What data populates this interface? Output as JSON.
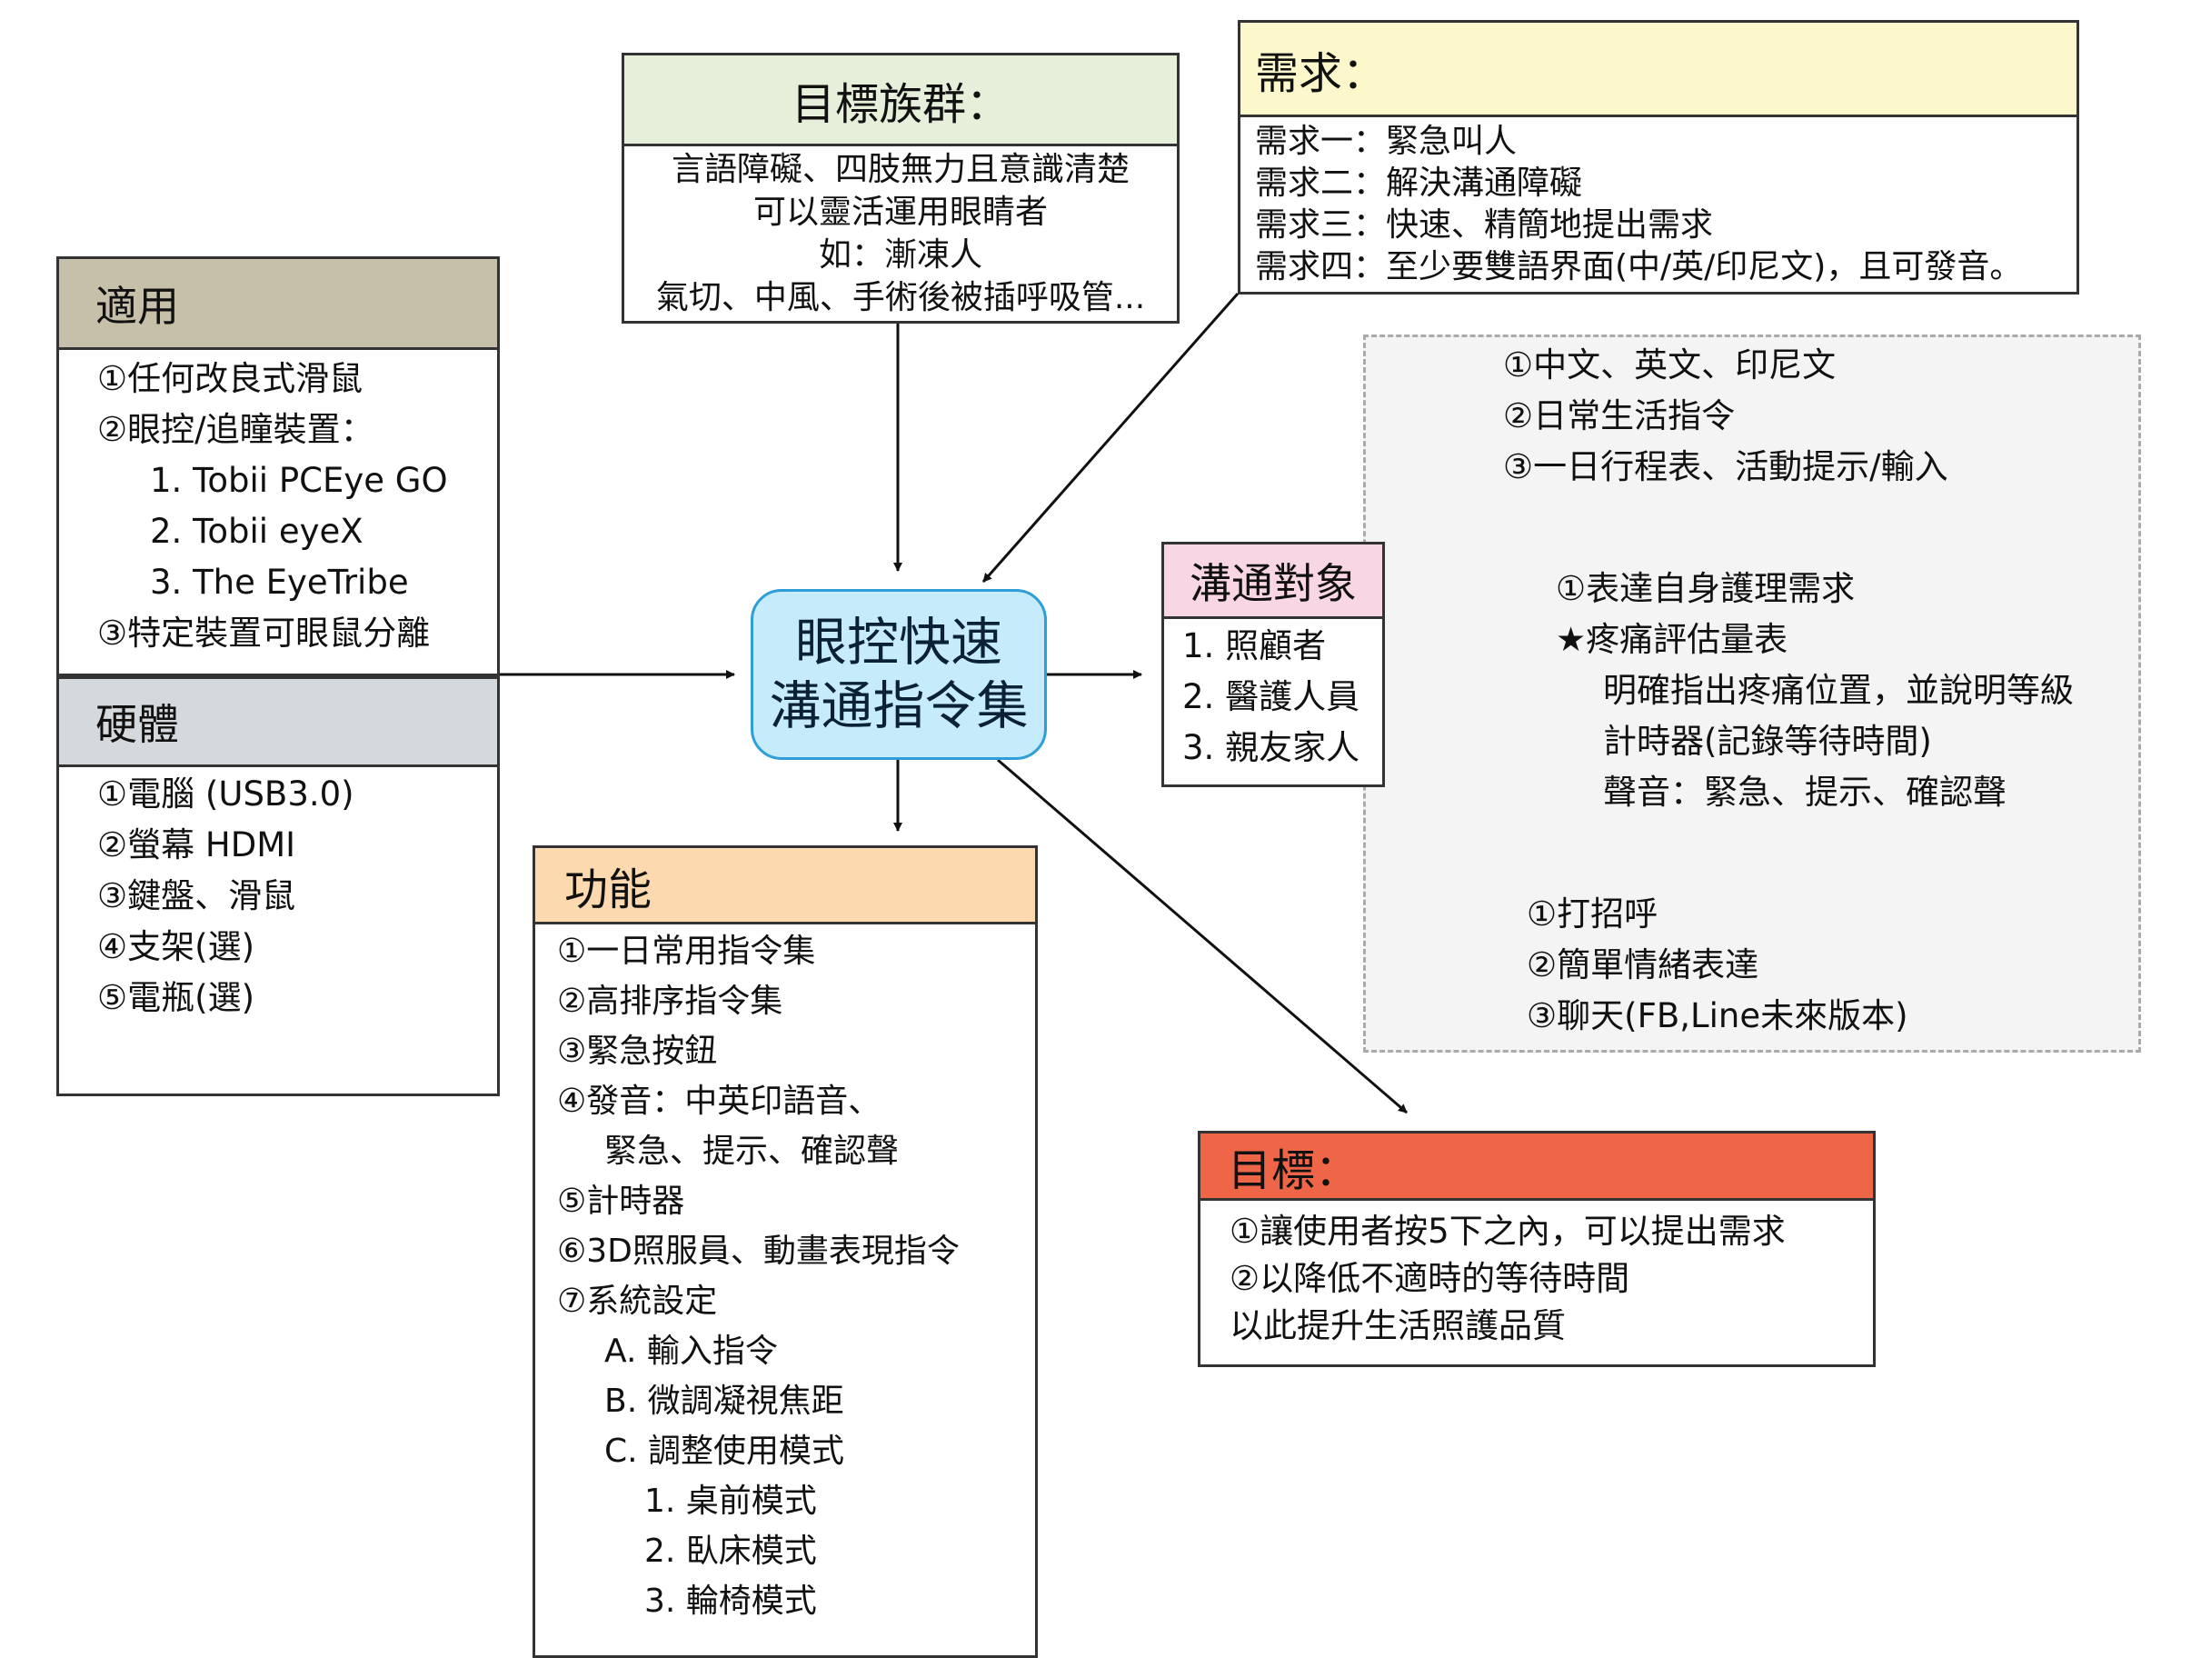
{
  "center": {
    "line1": "眼控快速",
    "line2": "溝通指令集"
  },
  "applicable": {
    "title": "適用",
    "items": [
      "①任何改良式滑鼠",
      "②眼控/追瞳裝置：",
      "1. Tobii PCEye GO",
      "2. Tobii eyeX",
      "3. The EyeTribe",
      "③特定裝置可眼鼠分離"
    ]
  },
  "hardware": {
    "title": "硬體",
    "items": [
      "①電腦 (USB3.0)",
      "②螢幕 HDMI",
      "③鍵盤、滑鼠",
      "④支架(選)",
      "⑤電瓶(選)"
    ]
  },
  "target_group": {
    "title": "目標族群：",
    "items": [
      "言語障礙、四肢無力且意識清楚",
      "可以靈活運用眼睛者",
      "如：漸凍人",
      "氣切、中風、手術後被插呼吸管..."
    ]
  },
  "needs": {
    "title": "需求：",
    "items": [
      "需求一：緊急叫人",
      "需求二：解決溝通障礙",
      "需求三：快速、精簡地提出需求",
      "需求四：至少要雙語界面(中/英/印尼文)，且可發音。"
    ]
  },
  "audience": {
    "title": "溝通對象",
    "items": [
      "1. 照顧者",
      "2. 醫護人員",
      "3. 親友家人"
    ]
  },
  "caregiver_branch": [
    "①中文、英文、印尼文",
    "②日常生活指令",
    "③一日行程表、活動提示/輸入"
  ],
  "medical_branch": [
    "①表達自身護理需求",
    "★疼痛評估量表",
    "明確指出疼痛位置，並說明等級",
    "計時器(記錄等待時間)",
    "聲音：緊急、提示、確認聲"
  ],
  "family_branch": [
    "①打招呼",
    "②簡單情緒表達",
    "③聊天(FB,Line未來版本)"
  ],
  "functions": {
    "title": "功能",
    "items": [
      "①一日常用指令集",
      "②高排序指令集",
      "③緊急按鈕",
      "④發音：中英印語音、",
      "緊急、提示、確認聲",
      "⑤計時器",
      "⑥3D照服員、動畫表現指令",
      "⑦系統設定",
      "A. 輸入指令",
      "B. 微調凝視焦距",
      "C. 調整使用模式",
      "1. 桌前模式",
      "2. 臥床模式",
      "3. 輪椅模式"
    ]
  },
  "goals": {
    "title": "目標：",
    "items": [
      "①讓使用者按5下之內，可以提出需求",
      "②以降低不適時的等待時間",
      "以此提升生活照護品質"
    ]
  },
  "colors": {
    "applicable_header": "#c6c0aa",
    "hardware_header": "#d4d9dd",
    "target_header": "#e5efda",
    "needs_header": "#fdf8cc",
    "audience_header": "#f8d6e4",
    "functions_header": "#fdd9b0",
    "goals_header": "#ee6647",
    "hub_fill": "#c6ecfb",
    "hub_border": "#2e9fd6"
  }
}
